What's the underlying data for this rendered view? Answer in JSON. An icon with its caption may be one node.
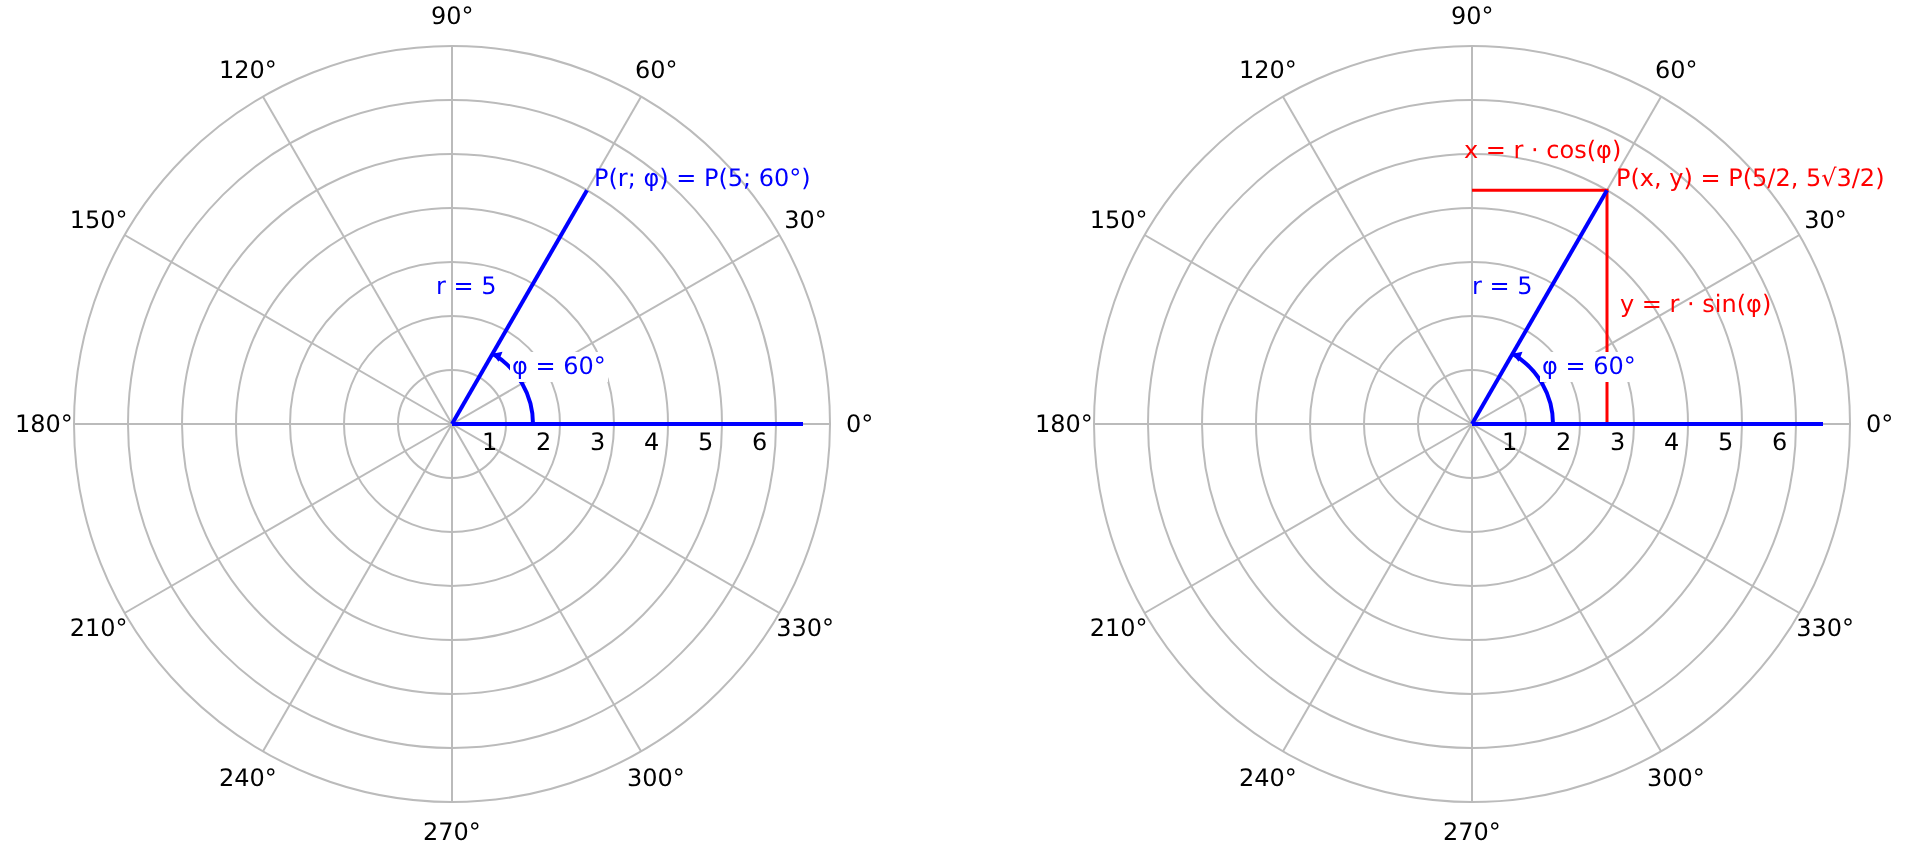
{
  "diagram": {
    "labels": [
      "0°",
      "30°",
      "60°",
      "90°",
      "120°",
      "150°",
      "180°",
      "210°",
      "240°",
      "270°",
      "300°",
      "330°",
      "1",
      "2",
      "3",
      "4",
      "5",
      "6",
      "P(r; φ) = P(5; 60°)",
      "r = 5",
      "φ = 60°",
      "0°",
      "30°",
      "60°",
      "90°",
      "120°",
      "150°",
      "180°",
      "210°",
      "240°",
      "270°",
      "300°",
      "330°",
      "1",
      "2",
      "3",
      "4",
      "5",
      "6",
      "x = r · cos(φ)",
      "P(x, y) = P(5/2, 5√3/2)",
      "r = 5",
      "φ = 60°",
      "y = r · sin(φ)"
    ]
  }
}
